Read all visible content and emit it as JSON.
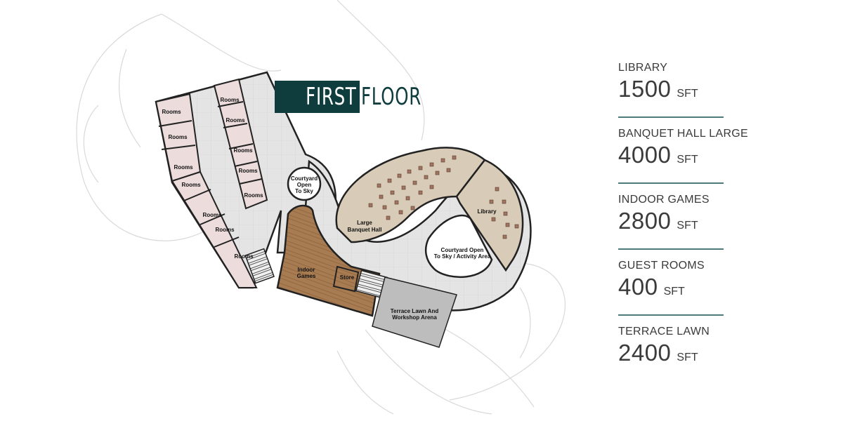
{
  "title": {
    "part1": "FIRST",
    "part2": "FLOOR"
  },
  "colors": {
    "accent": "#0f3c3c",
    "rule": "#4d7b7b",
    "room_fill": "#ecdcdc",
    "banquet_fill": "#d8cbb7",
    "wood_fill": "#a87c53",
    "terrace_fill": "#bdbdbd",
    "floor_fill": "#e6e6e6"
  },
  "plan_labels": {
    "rooms": "Rooms",
    "courtyard_small": [
      "Courtyard",
      "Open",
      "To Sky"
    ],
    "courtyard_large": [
      "Courtyard Open",
      "To Sky / Activity Area"
    ],
    "banquet": [
      "Large",
      "Banquet Hall"
    ],
    "library": "Library",
    "indoor_games": [
      "Indoor",
      "Games"
    ],
    "store": "Store",
    "terrace": [
      "Terrace Lawn And",
      "Workshop Arena"
    ]
  },
  "stats": [
    {
      "label": "LIBRARY",
      "value": "1500",
      "unit": "SFT"
    },
    {
      "label": "BANQUET HALL LARGE",
      "value": "4000",
      "unit": "SFT"
    },
    {
      "label": "INDOOR GAMES",
      "value": "2800",
      "unit": "SFT"
    },
    {
      "label": "GUEST ROOMS",
      "value": "400",
      "unit": "SFT"
    },
    {
      "label": "TERRACE LAWN",
      "value": "2400",
      "unit": "SFT"
    }
  ]
}
